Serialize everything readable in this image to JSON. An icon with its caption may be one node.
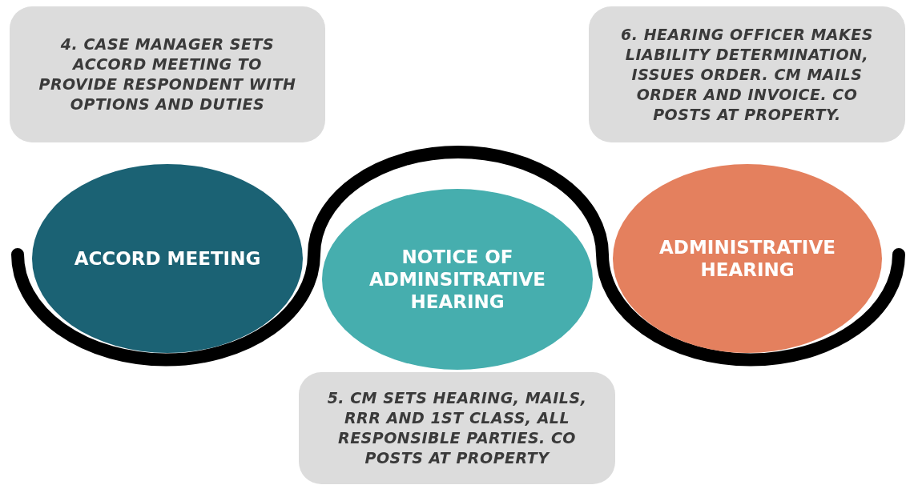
{
  "diagram": {
    "nodes": [
      {
        "text": [
          "4. CASE MANAGER SETS ACCORD MEETING TO PROVIDE RESPONDENT WITH OPTIONS AND DUTIES"
        ]
      },
      {
        "text": [
          "6. HEARING OFFICER MAKES LIABILITY DETERMINATION, ISSUES ORDER. CM MAILS ORDER AND INVOICE. CO POSTS AT PROPERTY."
        ]
      },
      {
        "text": [
          "ACCORD MEETING"
        ]
      },
      {
        "text": [
          "NOTICE OF ADMINSITRATIVE HEARING"
        ]
      },
      {
        "text": [
          "ADMINISTRATIVE HEARING"
        ]
      },
      {
        "text": [
          "5. CM SETS HEARING, MAILS, RRR AND 1ST CLASS, ALL RESPONSIBLE PARTIES. CO POSTS AT PROPERTY"
        ]
      }
    ]
  }
}
